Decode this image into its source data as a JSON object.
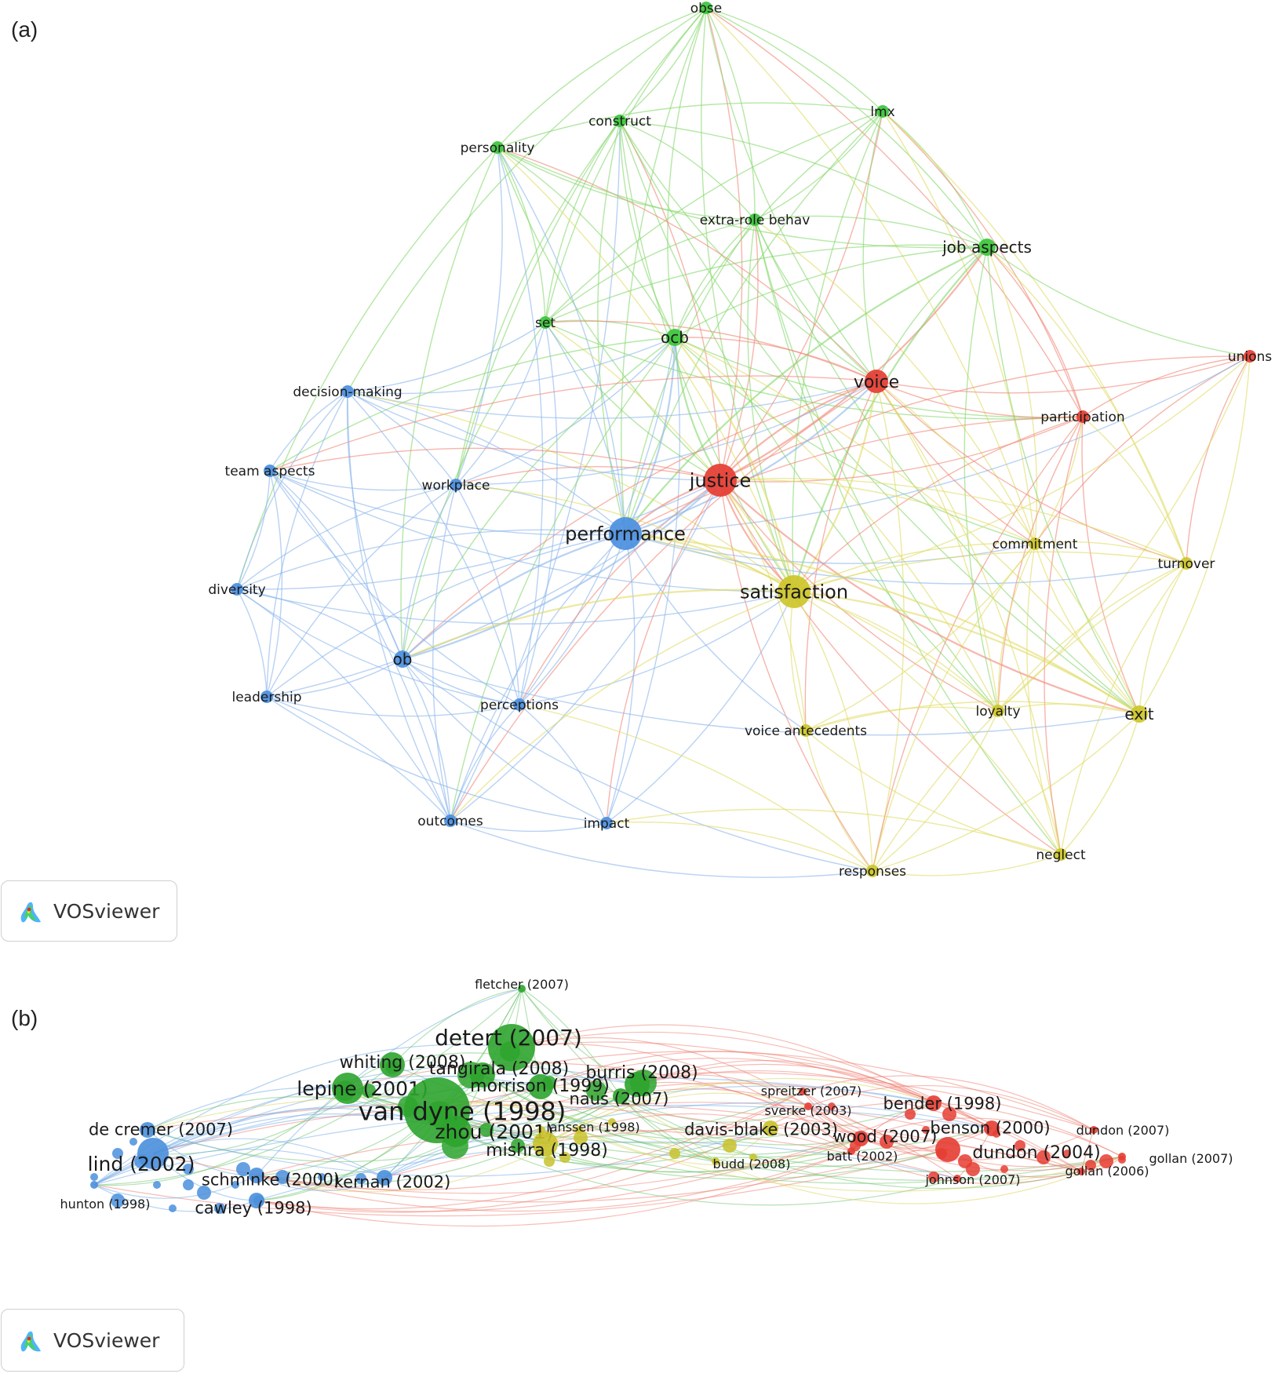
{
  "panel_a": {
    "label": "(a)",
    "logo_text": "VOSviewer",
    "clusters": {
      "red": "#e53d33",
      "green": "#3cc43c",
      "blue": "#4b8fe0",
      "yellow": "#cdc62a"
    },
    "edge_colors": {
      "red": "#f08878",
      "green": "#86d86e",
      "blue": "#8cb6ec",
      "yellow": "#e0dc66"
    },
    "nodes": [
      {
        "id": "obse",
        "label": "obse",
        "cluster": "green",
        "weight": 1
      },
      {
        "id": "construct",
        "label": "construct",
        "cluster": "green",
        "weight": 1
      },
      {
        "id": "lmx",
        "label": "lmx",
        "cluster": "green",
        "weight": 1
      },
      {
        "id": "personality",
        "label": "personality",
        "cluster": "green",
        "weight": 1
      },
      {
        "id": "extra-role",
        "label": "extra-role behav",
        "cluster": "green",
        "weight": 1
      },
      {
        "id": "job-aspects",
        "label": "job aspects",
        "cluster": "green",
        "weight": 2
      },
      {
        "id": "set",
        "label": "set",
        "cluster": "green",
        "weight": 1
      },
      {
        "id": "ocb",
        "label": "ocb",
        "cluster": "green",
        "weight": 2
      },
      {
        "id": "unions",
        "label": "unions",
        "cluster": "red",
        "weight": 1
      },
      {
        "id": "voice",
        "label": "voice",
        "cluster": "red",
        "weight": 3
      },
      {
        "id": "decision-making",
        "label": "decision-making",
        "cluster": "blue",
        "weight": 1
      },
      {
        "id": "participation",
        "label": "participation",
        "cluster": "red",
        "weight": 1
      },
      {
        "id": "team-aspects",
        "label": "team aspects",
        "cluster": "blue",
        "weight": 1
      },
      {
        "id": "justice",
        "label": "justice",
        "cluster": "red",
        "weight": 4
      },
      {
        "id": "workplace",
        "label": "workplace",
        "cluster": "blue",
        "weight": 1
      },
      {
        "id": "performance",
        "label": "performance",
        "cluster": "blue",
        "weight": 4
      },
      {
        "id": "commitment",
        "label": "commitment",
        "cluster": "yellow",
        "weight": 1
      },
      {
        "id": "turnover",
        "label": "turnover",
        "cluster": "yellow",
        "weight": 1
      },
      {
        "id": "diversity",
        "label": "diversity",
        "cluster": "blue",
        "weight": 1
      },
      {
        "id": "satisfaction",
        "label": "satisfaction",
        "cluster": "yellow",
        "weight": 4
      },
      {
        "id": "ob",
        "label": "ob",
        "cluster": "blue",
        "weight": 2
      },
      {
        "id": "leadership",
        "label": "leadership",
        "cluster": "blue",
        "weight": 1
      },
      {
        "id": "perceptions",
        "label": "perceptions",
        "cluster": "blue",
        "weight": 1
      },
      {
        "id": "loyalty",
        "label": "loyalty",
        "cluster": "yellow",
        "weight": 1
      },
      {
        "id": "exit",
        "label": "exit",
        "cluster": "yellow",
        "weight": 2
      },
      {
        "id": "voice-antecedents",
        "label": "voice antecedents",
        "cluster": "yellow",
        "weight": 1
      },
      {
        "id": "outcomes",
        "label": "outcomes",
        "cluster": "blue",
        "weight": 1
      },
      {
        "id": "impact",
        "label": "impact",
        "cluster": "blue",
        "weight": 1
      },
      {
        "id": "neglect",
        "label": "neglect",
        "cluster": "yellow",
        "weight": 1
      },
      {
        "id": "responses",
        "label": "responses",
        "cluster": "yellow",
        "weight": 1
      }
    ]
  },
  "panel_b": {
    "label": "(b)",
    "logo_text": "VOSviewer",
    "nodes": [
      {
        "id": "fletcher-2007",
        "label": "fletcher (2007)",
        "cluster": "green",
        "weight": 1
      },
      {
        "id": "detert-2007",
        "label": "detert (2007)",
        "cluster": "green",
        "weight": 5
      },
      {
        "id": "whiting-2008",
        "label": "whiting (2008)",
        "cluster": "green",
        "weight": 3
      },
      {
        "id": "tangirala-2008",
        "label": "tangirala (2008)",
        "cluster": "green",
        "weight": 3
      },
      {
        "id": "burris-2008",
        "label": "burris (2008)",
        "cluster": "green",
        "weight": 3
      },
      {
        "id": "lepine-2001",
        "label": "lepine (2001)",
        "cluster": "green",
        "weight": 4
      },
      {
        "id": "morrison-1999",
        "label": "morrison (1999)",
        "cluster": "green",
        "weight": 3
      },
      {
        "id": "spreitzer-2007",
        "label": "spreitzer (2007)",
        "cluster": "red",
        "weight": 1
      },
      {
        "id": "naus-2007",
        "label": "naus (2007)",
        "cluster": "green",
        "weight": 2
      },
      {
        "id": "bender-1998",
        "label": "bender (1998)",
        "cluster": "red",
        "weight": 2
      },
      {
        "id": "van-dyne-1998",
        "label": "van dyne (1998)",
        "cluster": "green",
        "weight": 6
      },
      {
        "id": "sverke-2003",
        "label": "sverke (2003)",
        "cluster": "red",
        "weight": 1
      },
      {
        "id": "de-cremer-2007",
        "label": "de cremer (2007)",
        "cluster": "blue",
        "weight": 2
      },
      {
        "id": "zhou-2001",
        "label": "zhou (2001)",
        "cluster": "green",
        "weight": 4
      },
      {
        "id": "janssen-1998",
        "label": "janssen (1998)",
        "cluster": "yellow",
        "weight": 1
      },
      {
        "id": "davis-blake-2003",
        "label": "davis-blake (2003)",
        "cluster": "yellow",
        "weight": 2
      },
      {
        "id": "benson-2000",
        "label": "benson (2000)",
        "cluster": "red",
        "weight": 2
      },
      {
        "id": "dundon-2007",
        "label": "dundon (2007)",
        "cluster": "red",
        "weight": 1
      },
      {
        "id": "wood-2007",
        "label": "wood (2007)",
        "cluster": "red",
        "weight": 2
      },
      {
        "id": "mishra-1998",
        "label": "mishra (1998)",
        "cluster": "yellow",
        "weight": 3
      },
      {
        "id": "dundon-2004",
        "label": "dundon (2004)",
        "cluster": "red",
        "weight": 3
      },
      {
        "id": "lind-2002",
        "label": "lind (2002)",
        "cluster": "blue",
        "weight": 4
      },
      {
        "id": "batt-2002",
        "label": "batt (2002)",
        "cluster": "red",
        "weight": 1
      },
      {
        "id": "budd-2008",
        "label": "budd (2008)",
        "cluster": "yellow",
        "weight": 1
      },
      {
        "id": "gollan-2007",
        "label": "gollan (2007)",
        "cluster": "red",
        "weight": 1
      },
      {
        "id": "schminke-2000",
        "label": "schminke (2000)",
        "cluster": "blue",
        "weight": 2
      },
      {
        "id": "kernan-2002",
        "label": "kernan (2002)",
        "cluster": "blue",
        "weight": 2
      },
      {
        "id": "gollan-2006",
        "label": "gollan (2006)",
        "cluster": "red",
        "weight": 1
      },
      {
        "id": "johnson-2007",
        "label": "johnson (2007)",
        "cluster": "red",
        "weight": 1
      },
      {
        "id": "hunton-1998",
        "label": "hunton (1998)",
        "cluster": "blue",
        "weight": 1
      },
      {
        "id": "cawley-1998",
        "label": "cawley (1998)",
        "cluster": "blue",
        "weight": 2
      }
    ]
  }
}
